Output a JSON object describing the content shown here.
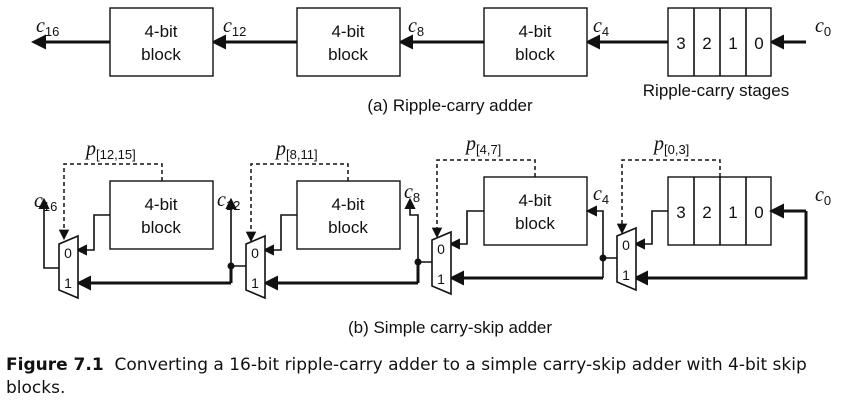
{
  "diagram_a": {
    "carries": {
      "c16": "16",
      "c12": "12",
      "c8": "8",
      "c4": "4",
      "c0": "0"
    },
    "block_line1": "4-bit",
    "block_line2": "block",
    "stages": [
      "3",
      "2",
      "1",
      "0"
    ],
    "stages_label": "Ripple-carry stages",
    "caption": "(a) Ripple-carry adder"
  },
  "diagram_b": {
    "carries": {
      "c16": "16",
      "c12": "12",
      "c8": "8",
      "c4": "4",
      "c0": "0"
    },
    "p_labels": [
      "[12,15]",
      "[8,11]",
      "[4,7]",
      "[0,3]"
    ],
    "block_line1": "4-bit",
    "block_line2": "block",
    "stages": [
      "3",
      "2",
      "1",
      "0"
    ],
    "mux_inputs": [
      "0",
      "1"
    ],
    "caption": "(b) Simple carry-skip adder"
  },
  "figure_caption": {
    "number": "Figure 7.1",
    "text": "Converting a 16-bit ripple-carry adder to a simple carry-skip adder with 4-bit skip blocks."
  }
}
